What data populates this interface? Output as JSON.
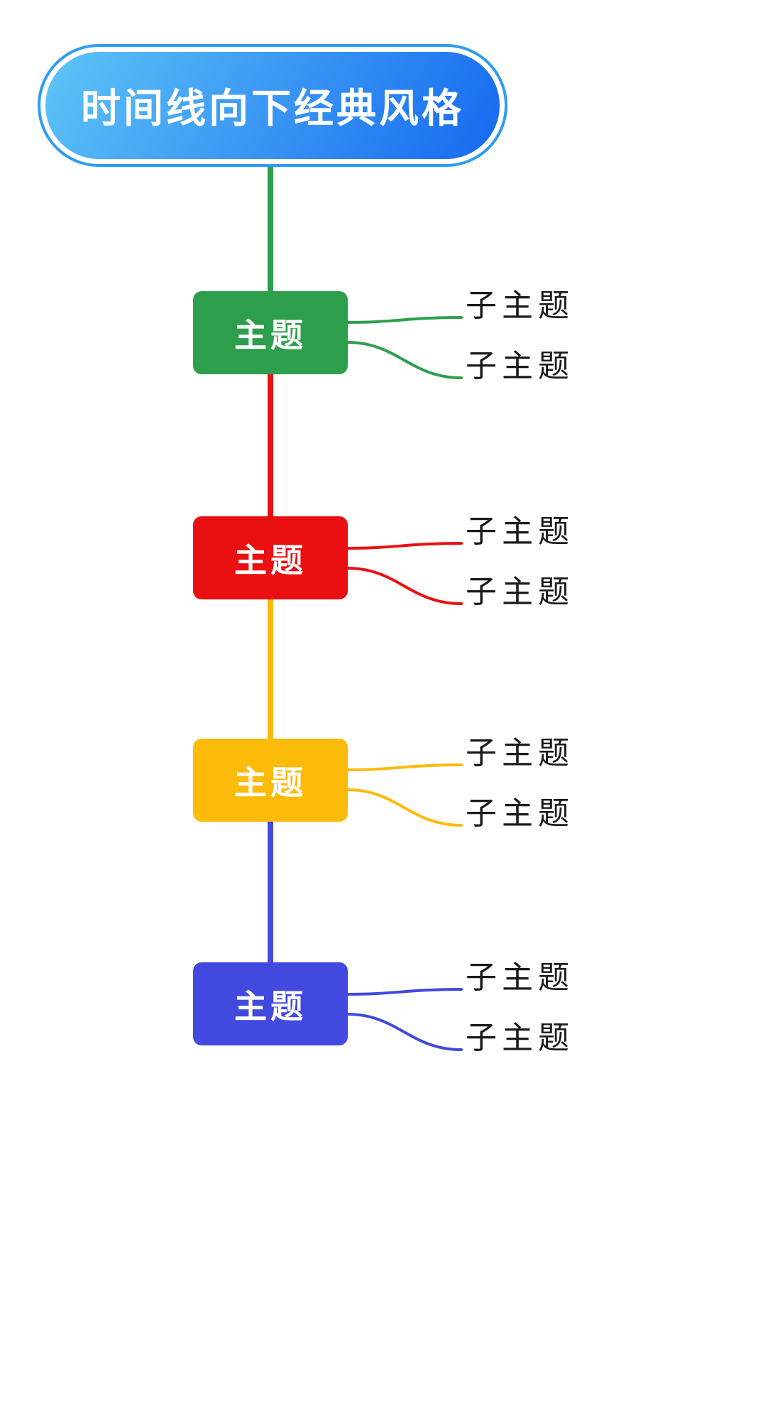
{
  "root": {
    "label": "时间线向下经典风格",
    "text_color": "#ffffff",
    "gradient_start": "#5ec5f7",
    "gradient_end": "#1668ef",
    "border_color": "#2d9cf4"
  },
  "topics": [
    {
      "label": "主题",
      "color": "#2d9e4b",
      "children": [
        {
          "label": "子主题"
        },
        {
          "label": "子主题"
        }
      ]
    },
    {
      "label": "主题",
      "color": "#ea0f10",
      "children": [
        {
          "label": "子主题"
        },
        {
          "label": "子主题"
        }
      ]
    },
    {
      "label": "主题",
      "color": "#fcbb0a",
      "children": [
        {
          "label": "子主题"
        },
        {
          "label": "子主题"
        }
      ]
    },
    {
      "label": "主题",
      "color": "#4149df",
      "children": [
        {
          "label": "子主题"
        },
        {
          "label": "子主题"
        }
      ]
    }
  ],
  "topic_text_color": "#ffffff",
  "subtopic_text_color": "#1a1a1a",
  "canvas_bg": "#ffffff"
}
